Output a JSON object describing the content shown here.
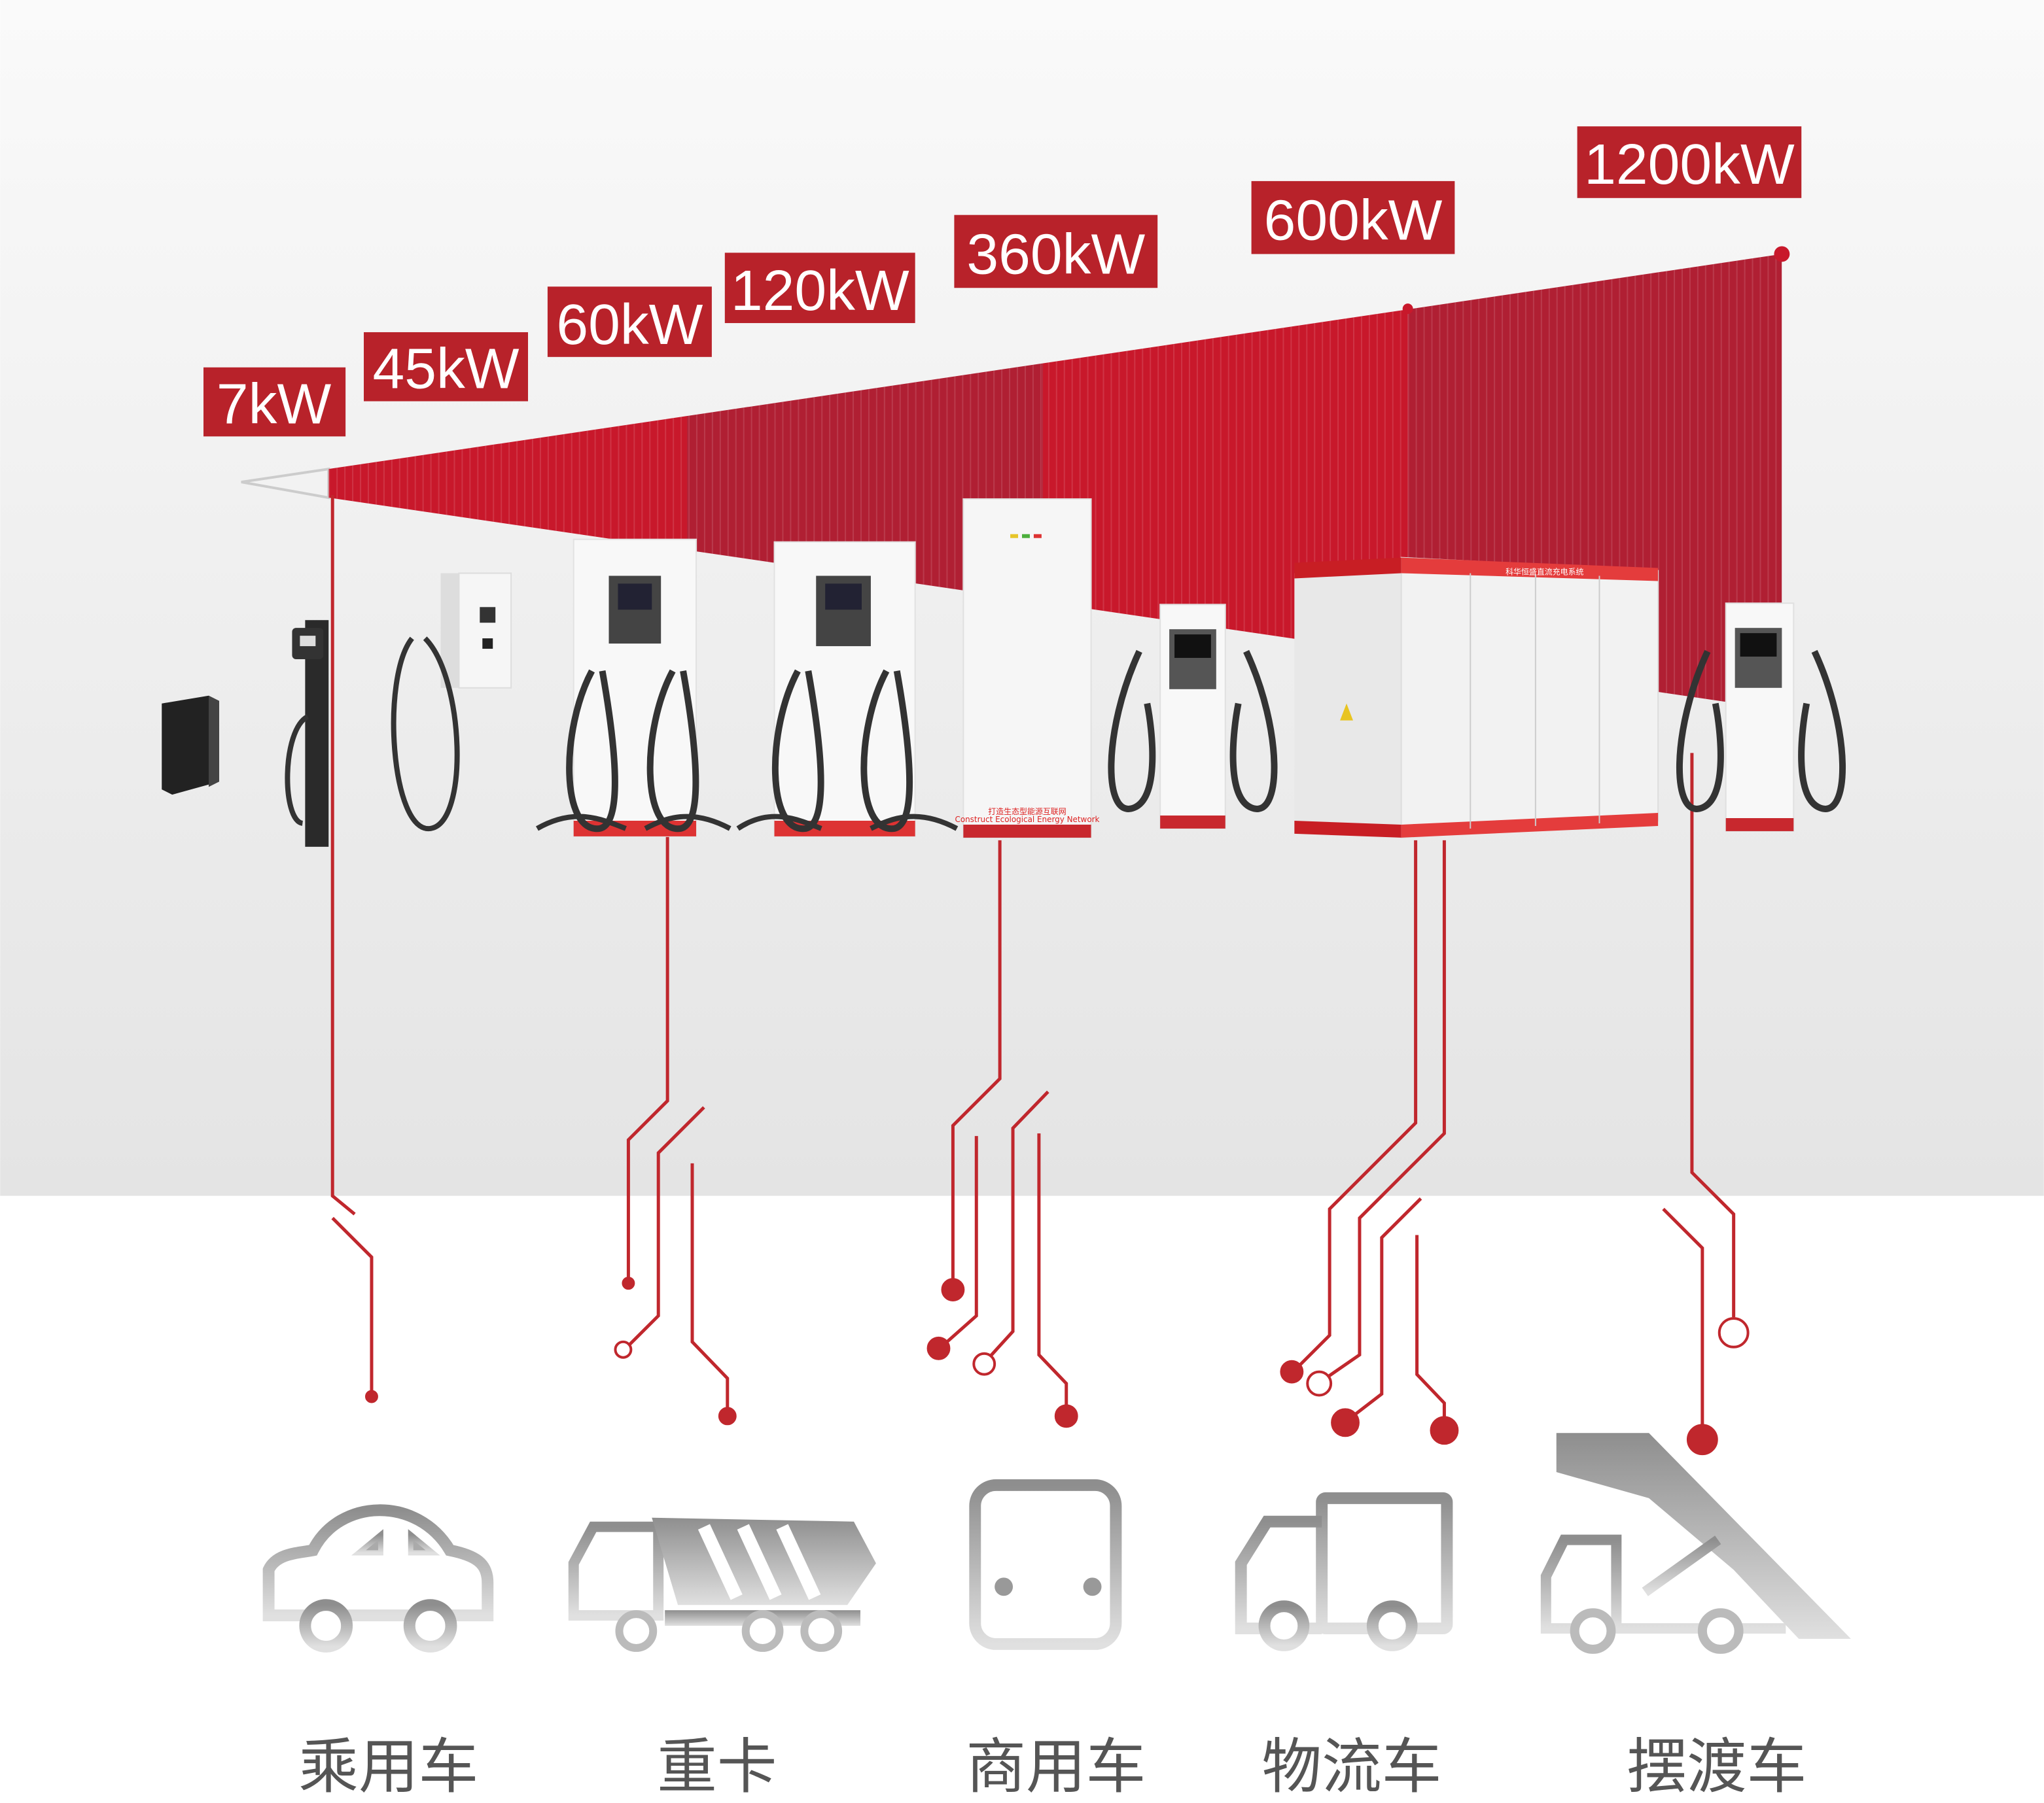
{
  "power_levels": [
    "7kW",
    "45kW",
    "60kW",
    "120kW",
    "360kW",
    "600kW",
    "1200kW"
  ],
  "vehicles": [
    "乘用车",
    "重卡",
    "商用车",
    "物流车",
    "摆渡车"
  ],
  "product_text": {
    "slogan_cn": "打造生态型能源互联网",
    "slogan_en": "Construct Ecological Energy Network",
    "cabinet_title": "科华恒盛直流充电系统"
  },
  "colors": {
    "red": "#c0272d",
    "red_light": "#c8182b",
    "red_dark": "#b01f33",
    "gray_icon": "#9a9a9a",
    "label_gray": "#555555"
  }
}
